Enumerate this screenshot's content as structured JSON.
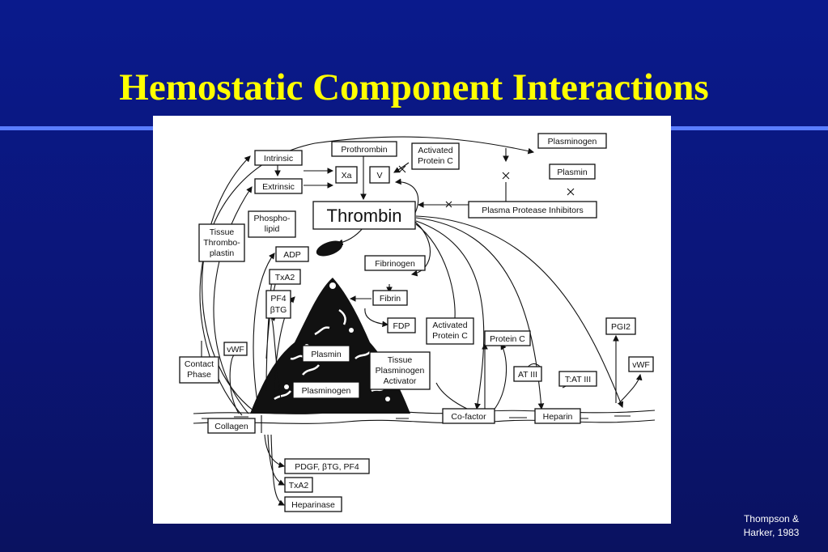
{
  "slide": {
    "title": "Hemostatic Component Interactions",
    "credit_line1": "Thompson &",
    "credit_line2": "Harker, 1983"
  },
  "colors": {
    "background": "#0b1577",
    "title": "#ffff00",
    "rule": "#5a7dff",
    "panel": "#ffffff"
  },
  "diagram": {
    "labels": {
      "intrinsic": "Intrinsic",
      "extrinsic": "Extrinsic",
      "prothrombin": "Prothrombin",
      "xa": "Xa",
      "v": "V",
      "activated_protein_c_top_1": "Activated",
      "activated_protein_c_top_2": "Protein C",
      "plasminogen_top": "Plasminogen",
      "plasmin_top": "Plasmin",
      "thrombin": "Thrombin",
      "plasma_protease_inhibitors": "Plasma Protease Inhibitors",
      "phospholipid_1": "Phospho-",
      "phospholipid_2": "lipid",
      "tissue_thromboplastin_1": "Tissue",
      "tissue_thromboplastin_2": "Thrombo-",
      "tissue_thromboplastin_3": "plastin",
      "adp": "ADP",
      "txa2_top": "TxA2",
      "pf4": "PF4",
      "btg": "βTG",
      "fibrinogen": "Fibrinogen",
      "fibrin": "Fibrin",
      "fdp": "FDP",
      "vwf_left": "vWF",
      "contact_phase_1": "Contact",
      "contact_phase_2": "Phase",
      "plasmin_center": "Plasmin",
      "plasminogen_center": "Plasminogen",
      "tpa_1": "Tissue",
      "tpa_2": "Plasminogen",
      "tpa_3": "Activator",
      "activated_protein_c_mid_1": "Activated",
      "activated_protein_c_mid_2": "Protein C",
      "protein_c": "Protein C",
      "at_iii": "AT III",
      "t_at_iii": "T:AT III",
      "pgi2": "PGI2",
      "vwf_right": "vWF",
      "cofactor": "Co-factor",
      "heparin": "Heparin",
      "collagen": "Collagen",
      "pdgf_btg_pf4": "PDGF, βTG, PF4",
      "txa2_bottom": "TxA2",
      "heparinase": "Heparinase"
    }
  }
}
